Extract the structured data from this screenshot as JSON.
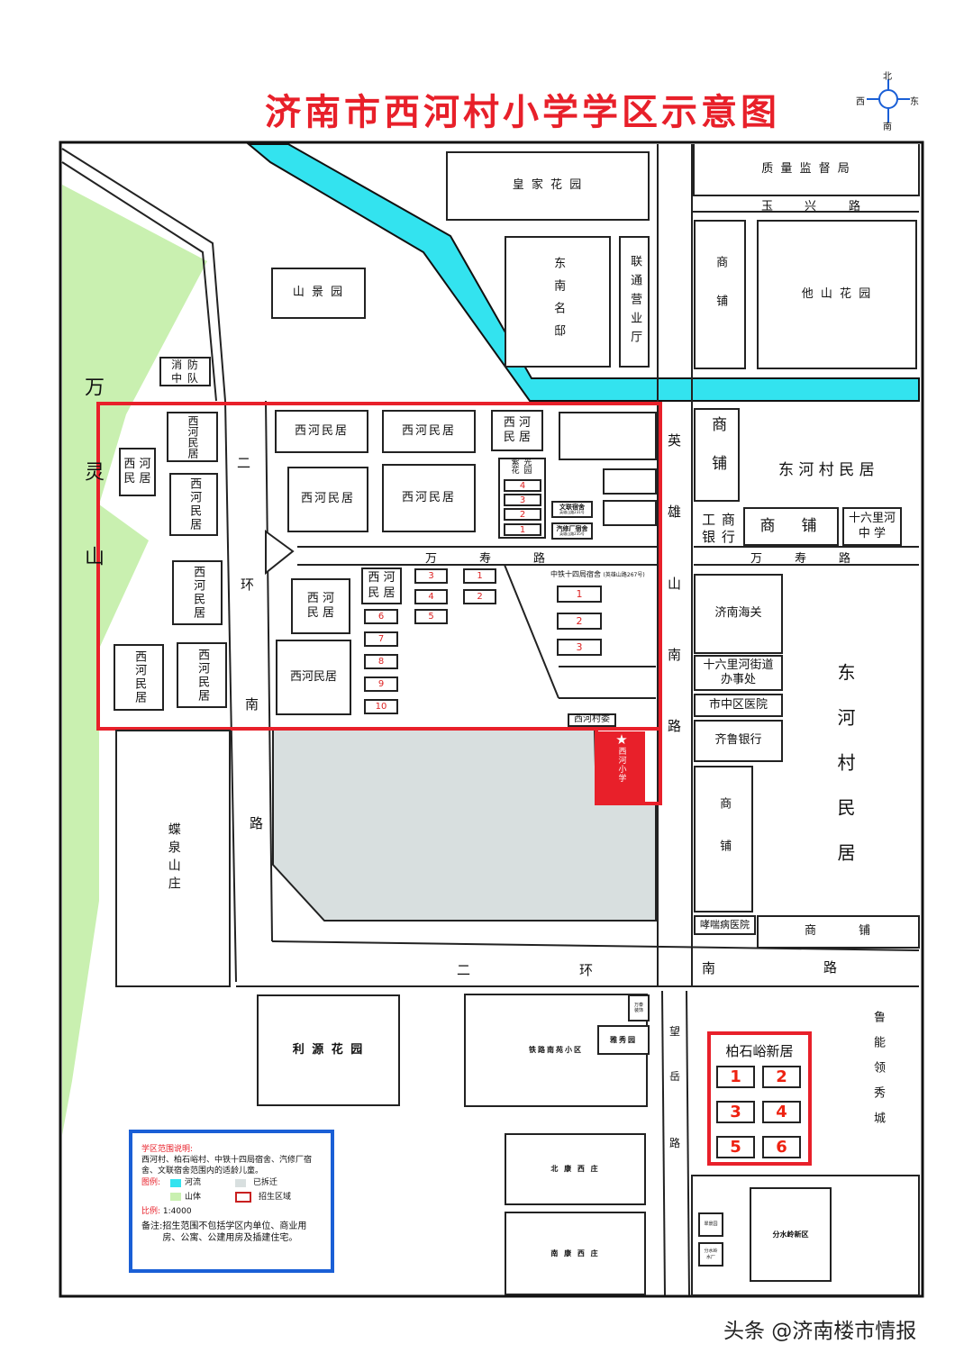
{
  "title": "济南市西河村小学学区示意图",
  "compass": {
    "n": "北",
    "s": "南",
    "w": "西",
    "e": "东"
  },
  "colors": {
    "title": "#e8202a",
    "river": "#33e3ef",
    "mountain": "#c9f0b0",
    "demolished": "#d8dfdf",
    "zone": "#e8202a",
    "legend_border": "#1a5fd6"
  },
  "mountain": "万灵山",
  "roads": {
    "yuxing": [
      "玉",
      "兴",
      "路"
    ],
    "wanshou": [
      "万",
      "寿",
      "路"
    ],
    "wanshou_e": [
      "万",
      "寿",
      "路"
    ],
    "erhuan_v": [
      "二",
      "环",
      "南",
      "路"
    ],
    "erhuan_h": [
      "二",
      "环",
      "南",
      "路"
    ],
    "yingxiong": [
      "英",
      "雄",
      "山",
      "南",
      "路"
    ],
    "wangyue": [
      "望",
      "岳",
      "路"
    ]
  },
  "places": {
    "huangjia": "皇 家 花 园",
    "shanjing": "山 景 园",
    "dongnan": "东南名邸",
    "liantong": "联通营业厅",
    "zhiliang": "质 量 监 督 局",
    "shangpu1": "商铺",
    "tashan": "他 山 花 园",
    "xiaofang": "消 防\n中 队",
    "xh": "西河民居",
    "xh2": "西 河\n民 居",
    "xh_v": "西河民居",
    "ziguang": "紫 光\n花 园",
    "wenlian": "文联宿舍",
    "wenlian_addr": "英雄山路231号",
    "qixiu": "汽修厂宿舍",
    "qixiu_addr": "英雄山路235号",
    "zhongtie": "中铁十四局宿舍",
    "zhongtie_addr": "(英雄山路267号)",
    "cunwei": "西河村委",
    "school": "西河小学",
    "shangpu2": "商铺",
    "donghe": "东 河 村 民 居",
    "gongshang": "工 商\n银 行",
    "shangpu3": "商　铺",
    "shiliu": "十六里河\n中 学",
    "haiguan": "济南海关",
    "jiedao": "十六里河街道\n办事处",
    "yiyuan": "市中区医院",
    "qilu": "齐鲁银行",
    "shangpu4": "商铺",
    "xiaochuan": "哮喘病医院",
    "shangpu5": "商　　　铺",
    "donghe_v": "东河村民居",
    "diequan": "蝶泉山庄",
    "liyuan": "利 源 花 园",
    "tielu": "铁路南苑小区",
    "wantai": "万泰\n装饰",
    "yaxiu": "雅秀园",
    "beikang": "北 康 西 庄",
    "nankang": "南 康 西 庄",
    "baishiyu": "柏石峪新居",
    "luneng": "鲁能领秀城",
    "fenshuiling": "分水岭新区",
    "cuijing": "翠景园",
    "shuichang": "分水岭\n水厂"
  },
  "numbers": {
    "ziguang": [
      "4",
      "3",
      "2",
      "1"
    ],
    "zhongtie": [
      "1",
      "2",
      "3"
    ],
    "colA": [
      "6",
      "7",
      "8",
      "9",
      "10"
    ],
    "colB": [
      "3",
      "4",
      "5"
    ],
    "colC": [
      "1",
      "2"
    ],
    "baishiyu": [
      "1",
      "2",
      "3",
      "4",
      "5",
      "6"
    ]
  },
  "legend": {
    "heading": "学区范围说明:",
    "body": "西河村、柏石峪村、中铁十四局宿舍、汽修厂宿舍、文联宿舍范围内的适龄儿童。",
    "legend_label": "图例:",
    "river": "河流",
    "demolished": "已拆迁",
    "mountain": "山体",
    "zone": "招生区域",
    "scale_label": "比例:",
    "scale": "1:4000",
    "note_label": "备注:",
    "note": "招生范围不包括学区内单位、商业用房、公寓、公建用房及插建住宅。"
  },
  "watermark": "头条 @济南楼市情报"
}
